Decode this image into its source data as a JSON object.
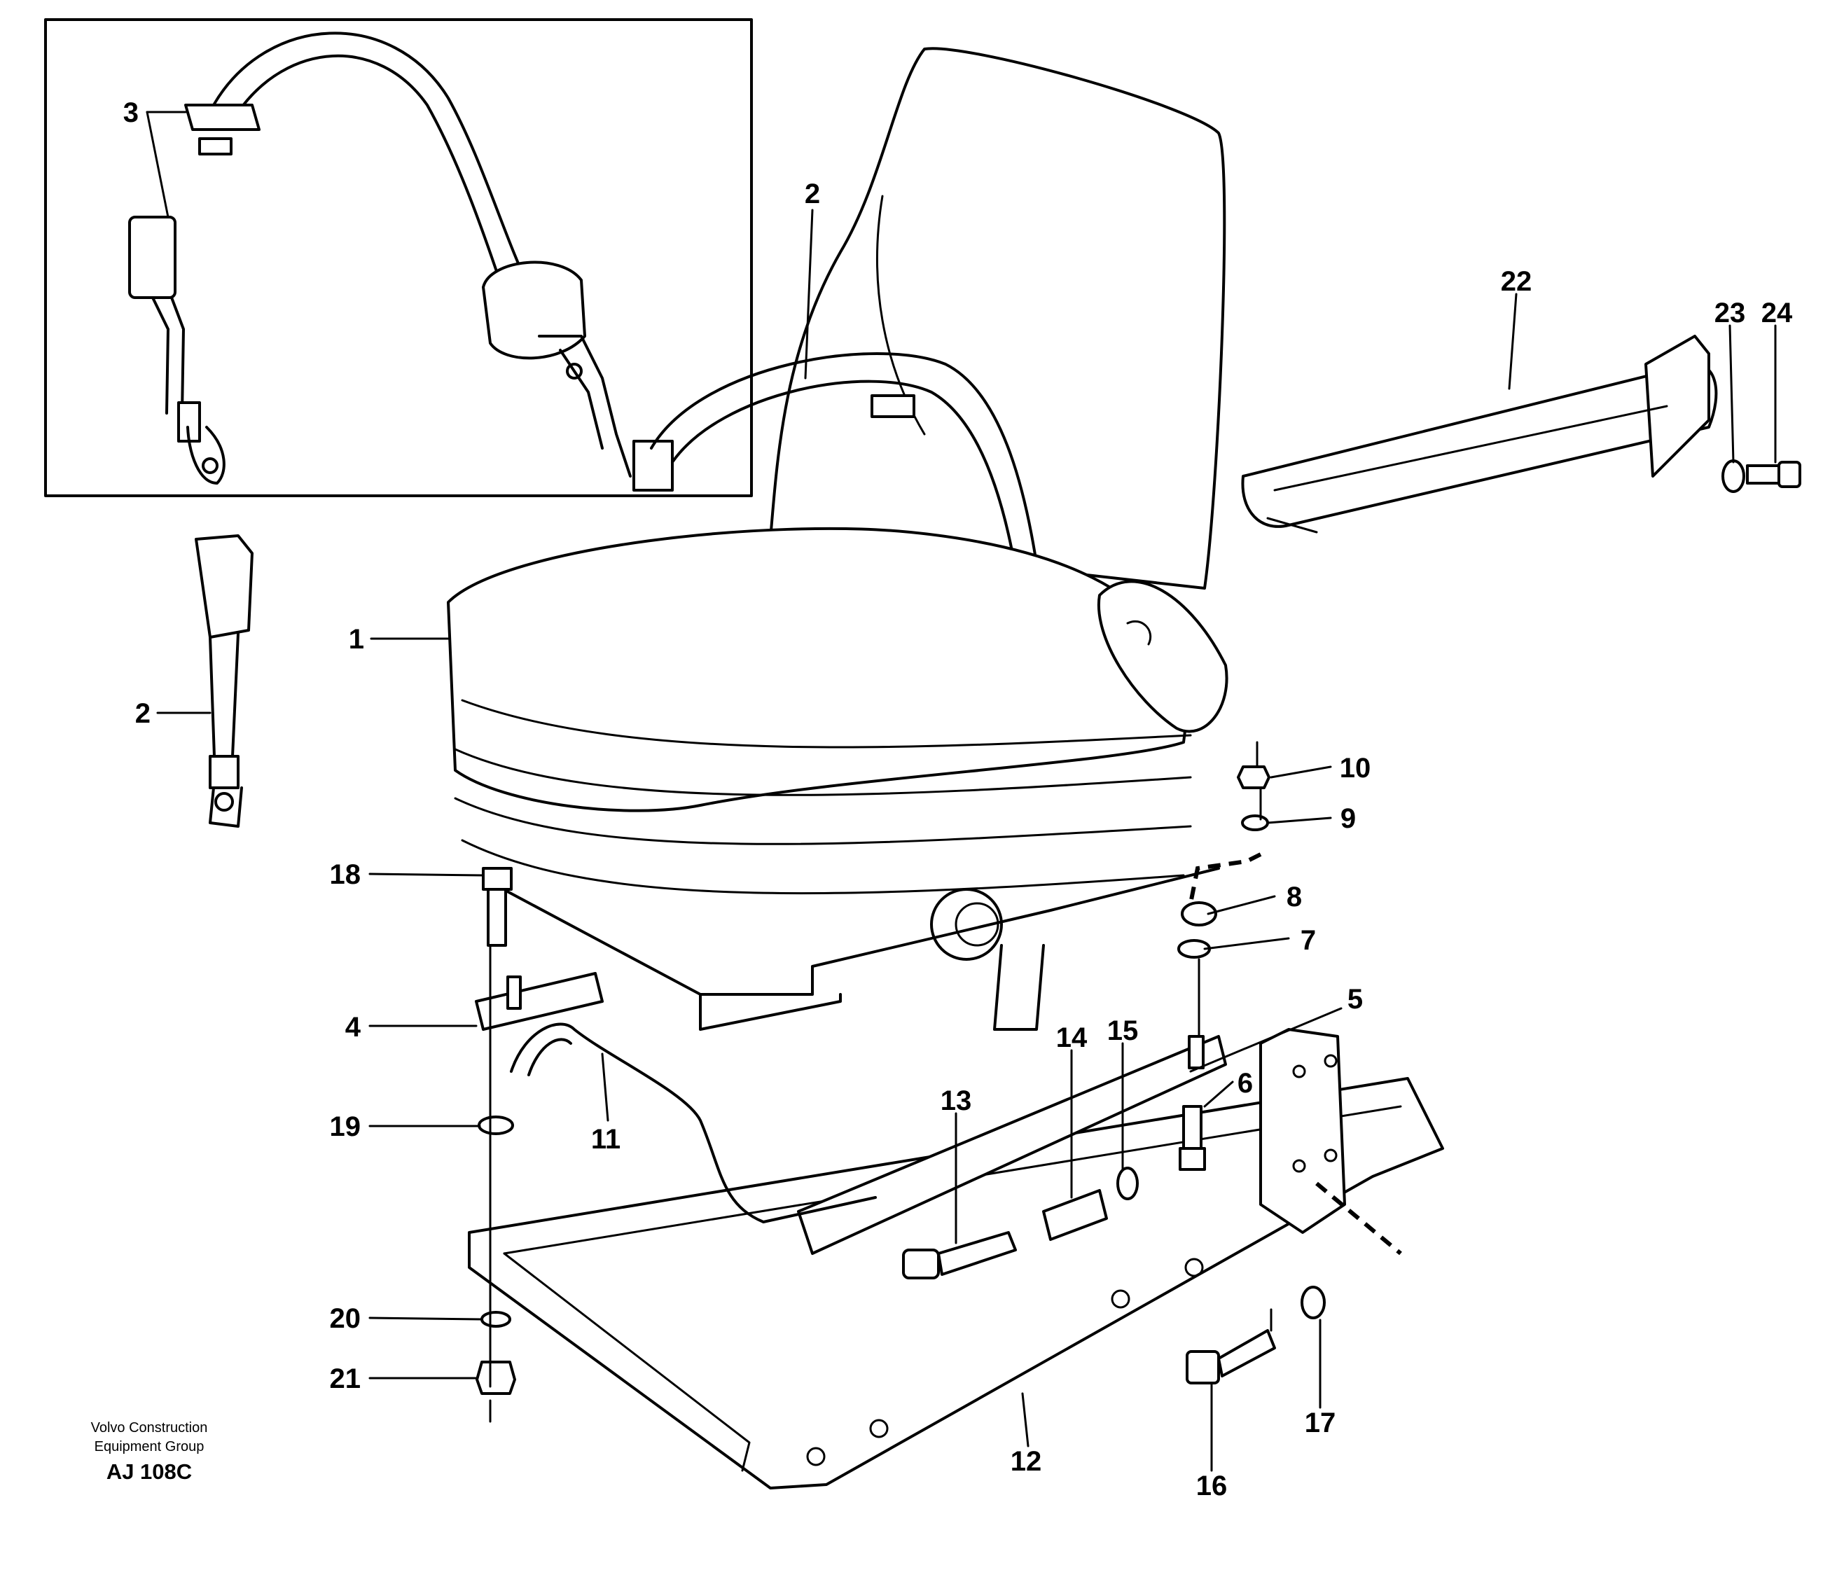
{
  "diagram": {
    "callouts": [
      "1",
      "2",
      "2",
      "3",
      "4",
      "5",
      "6",
      "7",
      "8",
      "9",
      "10",
      "11",
      "12",
      "13",
      "14",
      "15",
      "16",
      "17",
      "18",
      "19",
      "20",
      "21",
      "22",
      "23",
      "24"
    ]
  },
  "footer": {
    "line1": "Volvo Construction",
    "line2": "Equipment Group",
    "code": "AJ 108C"
  }
}
